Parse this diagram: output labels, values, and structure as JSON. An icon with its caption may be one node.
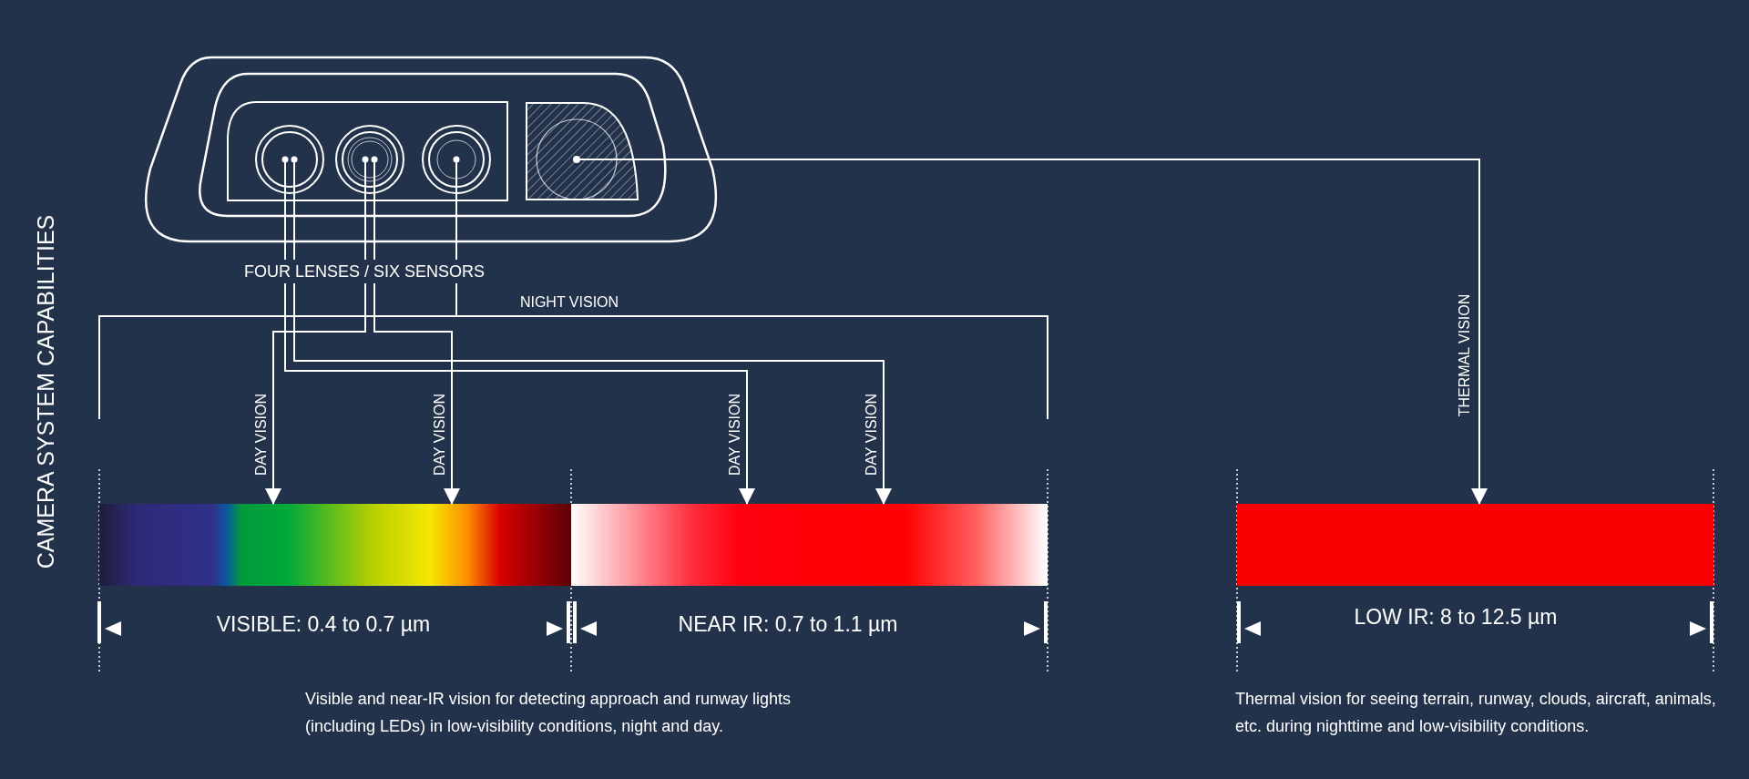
{
  "diagram": {
    "title": "CAMERA SYSTEM CAPABILITIES",
    "nodes": [
      {
        "text": [],
        "shape": "picture"
      },
      {
        "text": [],
        "shape": "circle",
        "in": 0
      },
      {
        "text": [],
        "shape": "circle",
        "in": 0
      },
      {
        "text": [],
        "shape": "circle",
        "in": 0
      },
      {
        "text": [],
        "shape": "box",
        "in": 0
      },
      {
        "text": [],
        "shape": "bar"
      },
      {
        "text": [],
        "shape": "bar"
      },
      {
        "text": [],
        "shape": "bar"
      }
    ],
    "edges": [
      {
        "from": 2,
        "to": 5,
        "arrow": "to",
        "label": "DAY VISION"
      },
      {
        "from": 2,
        "to": 5,
        "arrow": "to",
        "label": "DAY VISION"
      },
      {
        "from": 1,
        "to": 6,
        "arrow": "to",
        "label": "DAY VISION"
      },
      {
        "from": 1,
        "to": 6,
        "arrow": "to",
        "label": "DAY VISION"
      },
      {
        "from": 3,
        "to": null,
        "arrow": "none",
        "label": "NIGHT VISION"
      },
      {
        "from": 4,
        "to": 7,
        "arrow": "to",
        "label": "THERMAL VISION"
      }
    ],
    "labels": [
      "FOUR LENSES / SIX SENSORS",
      "VISIBLE: 0.4 to 0.7 µm",
      "NEAR IR: 0.7 to 1.1 µm",
      "LOW IR: 8 to 12.5 µm",
      "Visible and near-IR vision for detecting approach and runway lights (including LEDs) in low-visibility conditions, night and day.",
      "Thermal vision for seeing terrain, runway, clouds, aircraft, animals, etc. during nighttime and low-visibility conditions."
    ]
  }
}
